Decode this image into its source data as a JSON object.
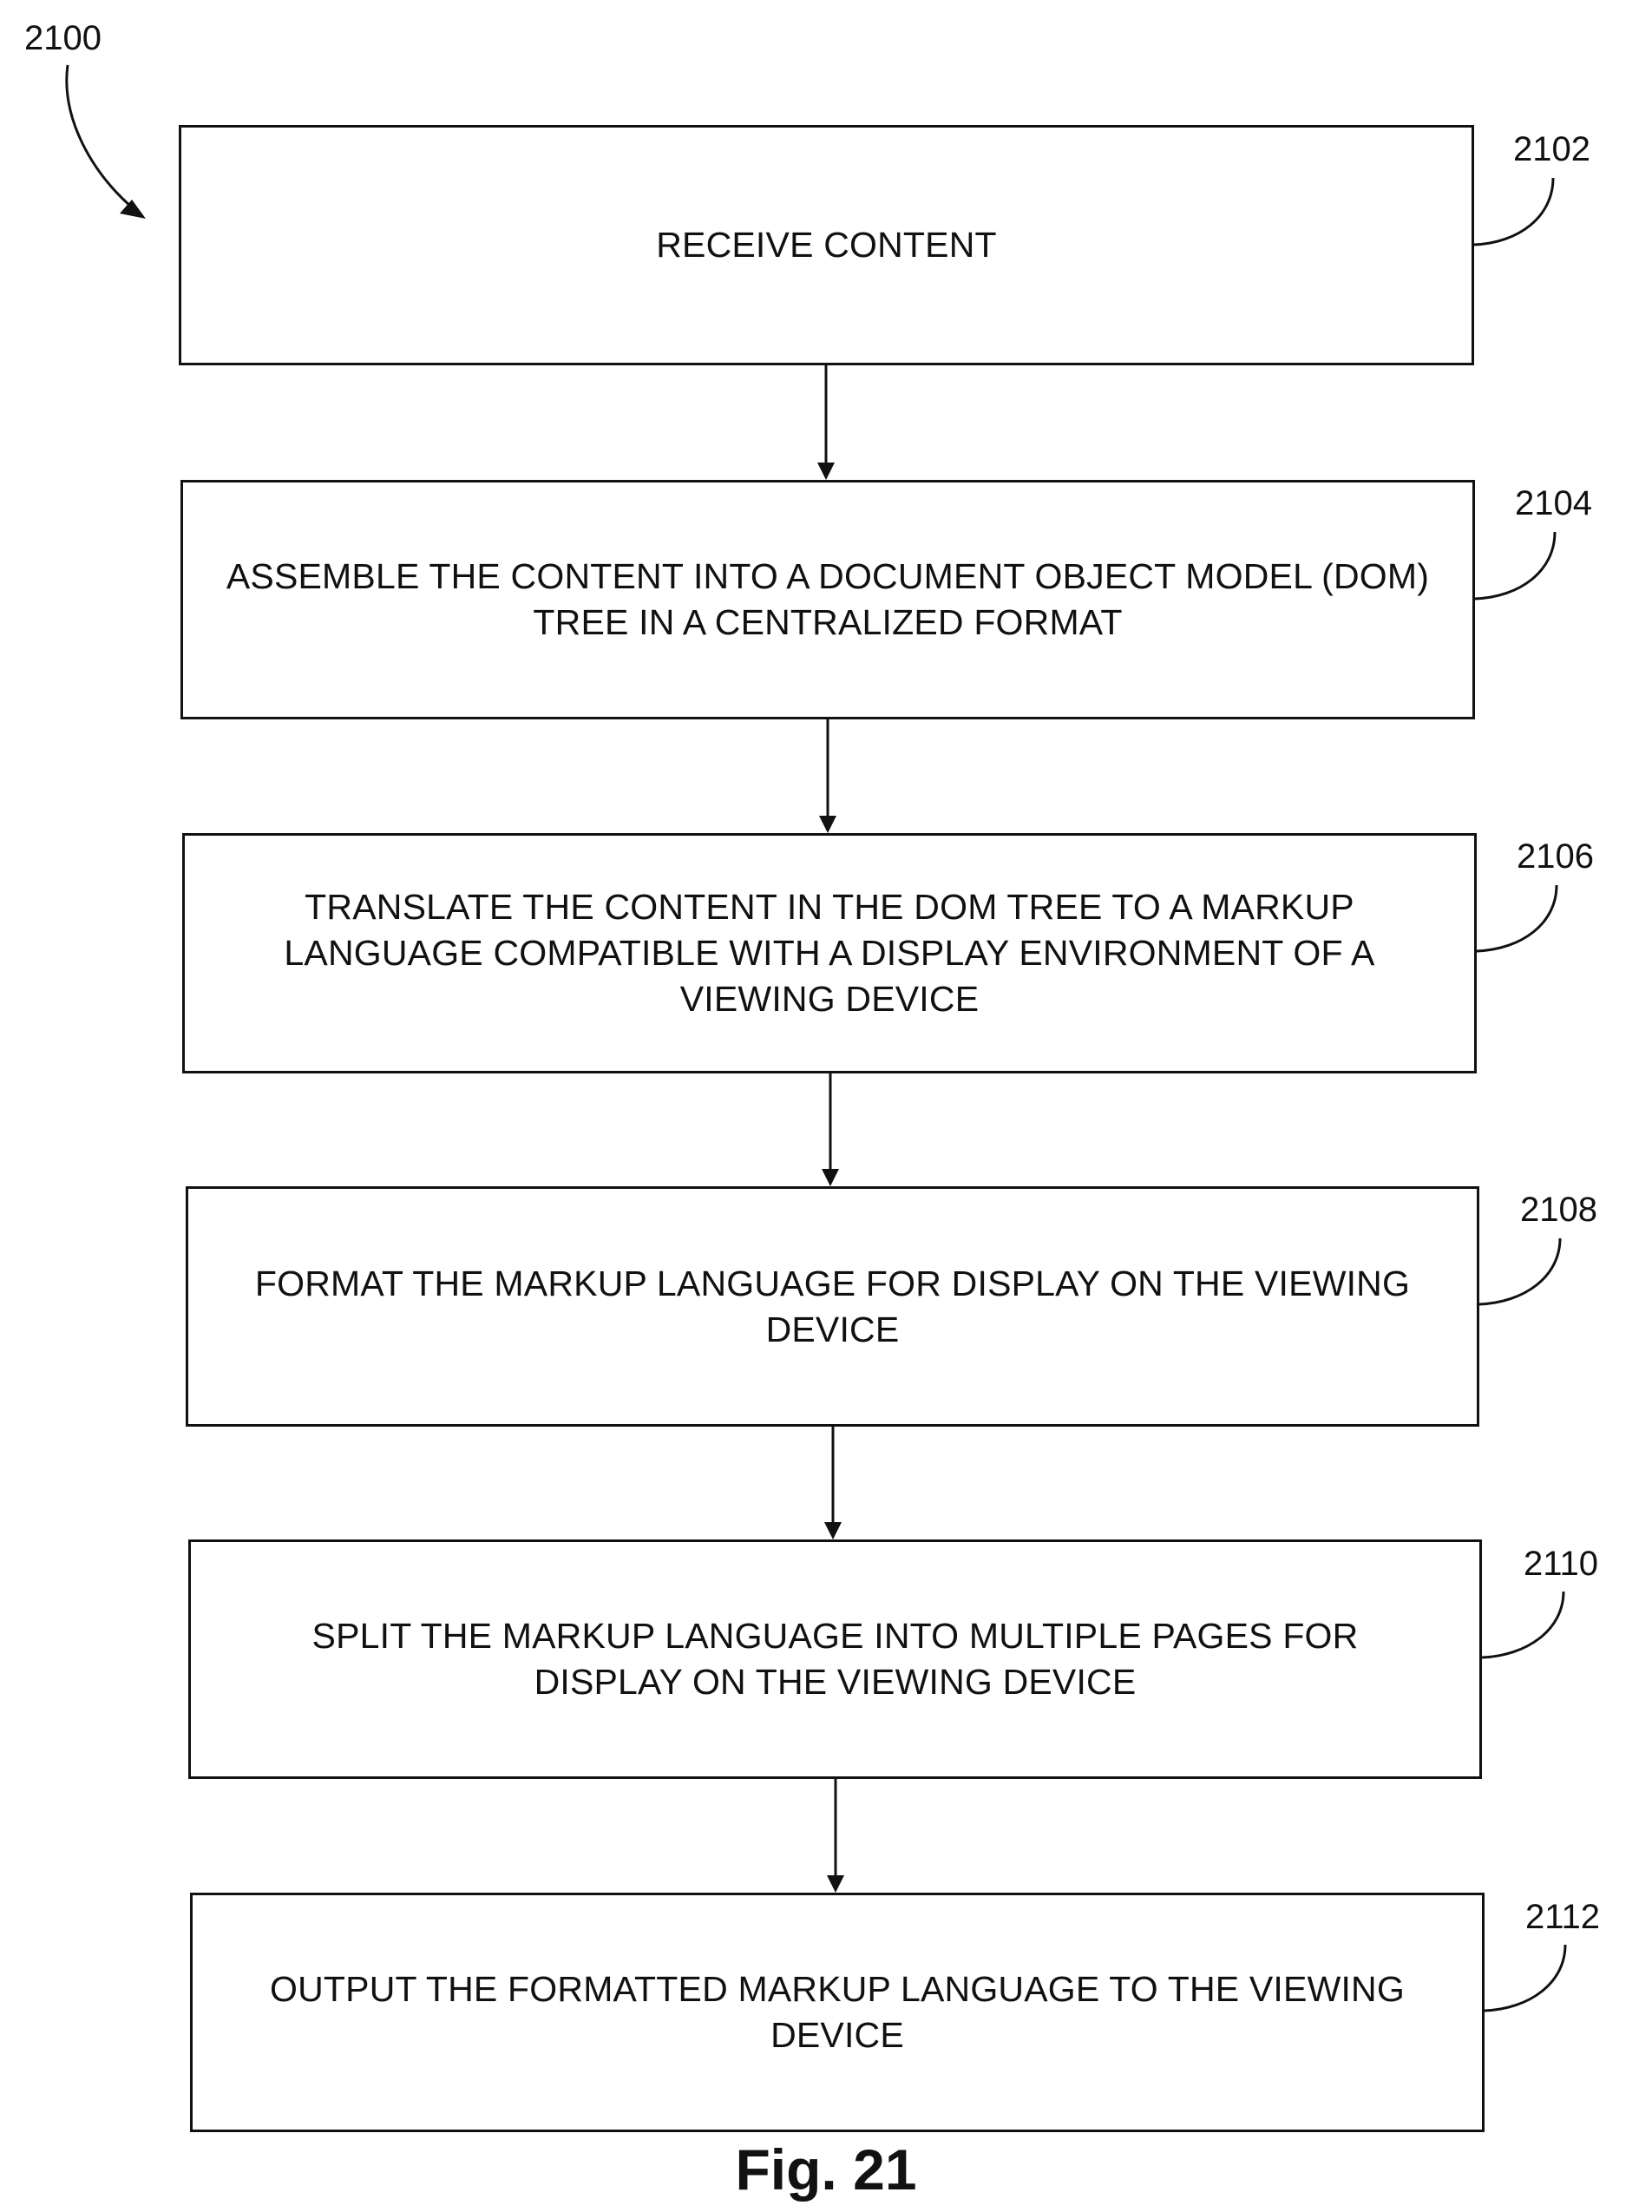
{
  "figure": {
    "reference_number": "2100",
    "caption": "Fig. 21"
  },
  "steps": [
    {
      "ref": "2102",
      "text": "RECEIVE CONTENT"
    },
    {
      "ref": "2104",
      "text": "ASSEMBLE THE CONTENT INTO A DOCUMENT OBJECT MODEL (DOM) TREE IN A CENTRALIZED FORMAT"
    },
    {
      "ref": "2106",
      "text": "TRANSLATE THE CONTENT IN THE DOM TREE TO A MARKUP LANGUAGE COMPATIBLE WITH A DISPLAY ENVIRONMENT OF A VIEWING DEVICE"
    },
    {
      "ref": "2108",
      "text": "FORMAT THE MARKUP LANGUAGE FOR DISPLAY ON THE VIEWING DEVICE"
    },
    {
      "ref": "2110",
      "text": "SPLIT THE MARKUP LANGUAGE INTO MULTIPLE PAGES FOR DISPLAY ON THE VIEWING DEVICE"
    },
    {
      "ref": "2112",
      "text": "OUTPUT THE FORMATTED MARKUP LANGUAGE TO THE VIEWING DEVICE"
    }
  ]
}
